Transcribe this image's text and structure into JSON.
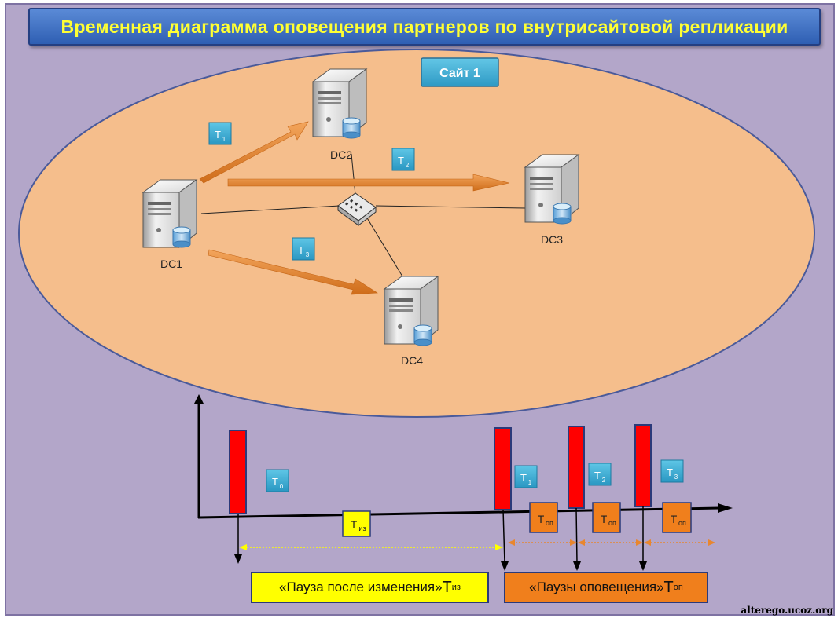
{
  "title": "Временная диаграмма оповещения партнеров по внутрисайтовой репликации",
  "site_label": "Сайт 1",
  "servers": {
    "dc1": "DC1",
    "dc2": "DC2",
    "dc3": "DC3",
    "dc4": "DC4"
  },
  "time_labels": {
    "t1": "T",
    "t1_sub": "1",
    "t2": "T",
    "t2_sub": "2",
    "t3": "T",
    "t3_sub": "3",
    "t0": "T",
    "t0_sub": "0",
    "tiz": "T",
    "tiz_sub": "из",
    "top": "T",
    "top_sub": "оп"
  },
  "legend": {
    "pause_change_text": "«Пауза после изменения»",
    "pause_change_symbol": "T",
    "pause_change_sub": "из",
    "pause_notify_text": "«Паузы оповещения»",
    "pause_notify_symbol": "T",
    "pause_notify_sub": "оп"
  },
  "watermark": "alterego.ucoz.org",
  "colors": {
    "background": "#b3a6c9",
    "site_ellipse": "#f5be8c",
    "title_bar": "#3a6cc0",
    "title_text": "#ffff33",
    "event_bar": "#ff0000",
    "pause_change": "#ffff00",
    "pause_notify": "#f07f1c",
    "badge": "#3ab0d6",
    "arrow": "#e8862e"
  }
}
